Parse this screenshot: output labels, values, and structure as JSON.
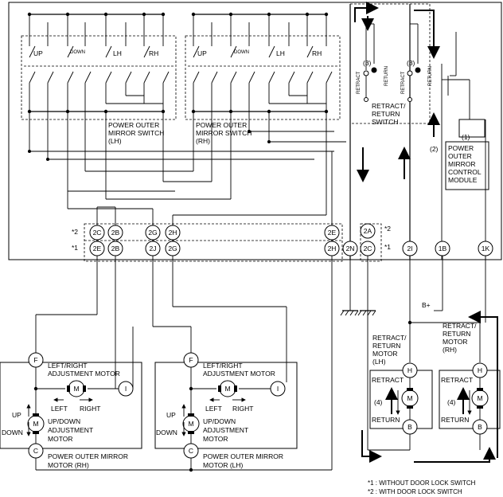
{
  "switch_lh": {
    "labels": [
      "UP",
      "DOWN",
      "LH",
      "RH"
    ],
    "title": [
      "POWER OUTER",
      "MIRROR SWITCH",
      "(LH)"
    ]
  },
  "switch_rh": {
    "labels": [
      "UP",
      "DOWN",
      "LH",
      "RH"
    ],
    "title": [
      "POWER OUTER",
      "MIRROR SWITCH",
      "(RH)"
    ]
  },
  "retract_switch": {
    "retract": "RETRACT",
    "return": "RETURN",
    "marker": "(3)",
    "title": [
      "RETRACT/",
      "RETURN",
      "SWITCH"
    ]
  },
  "control_module": {
    "title": [
      "POWER",
      "OUTER",
      "MIRROR",
      "CONTROL",
      "MODULE"
    ],
    "marker1": "(1)",
    "marker2": "(2)"
  },
  "connector_row_2": {
    "tag": "*2",
    "pins": [
      "2C",
      "2B",
      "2G",
      "2H",
      "2E",
      "2A"
    ],
    "tag_right": "*2"
  },
  "connector_row_1": {
    "tag": "*1",
    "pins": [
      "2E",
      "2B",
      "2J",
      "2G",
      "2H",
      "2N",
      "2C",
      "2I",
      "1B",
      "1K"
    ],
    "tag_right": "*1"
  },
  "battery": "B+",
  "motor_rh": {
    "pin_f": "F",
    "pin_i": "I",
    "pin_c": "C",
    "m": "M",
    "lr_label": [
      "LEFT/RIGHT",
      "ADJUSTMENT MOTOR"
    ],
    "left": "LEFT",
    "right": "RIGHT",
    "up": "UP",
    "down": "DOWN",
    "ud_label": [
      "UP/DOWN",
      "ADJUSTMENT",
      "MOTOR"
    ],
    "title": [
      "POWER OUTER MIRROR",
      "MOTOR (RH)"
    ]
  },
  "motor_lh": {
    "pin_f": "F",
    "pin_i": "I",
    "pin_c": "C",
    "m": "M",
    "lr_label": [
      "LEFT/RIGHT",
      "ADJUSTMENT MOTOR"
    ],
    "left": "LEFT",
    "right": "RIGHT",
    "up": "UP",
    "down": "DOWN",
    "ud_label": [
      "UP/DOWN",
      "ADJUSTMENT",
      "MOTOR"
    ],
    "title": [
      "POWER OUTER MIRROR",
      "MOTOR (LH)"
    ]
  },
  "retract_motor_lh": {
    "title": [
      "RETRACT/",
      "RETURN",
      "MOTOR",
      "(LH)"
    ],
    "pin_h": "H",
    "pin_b": "B",
    "m": "M",
    "retract": "RETRACT",
    "return": "RETURN",
    "marker": "(4)"
  },
  "retract_motor_rh": {
    "title": [
      "RETRACT/",
      "RETURN",
      "MOTOR",
      "(RH)"
    ],
    "pin_h": "H",
    "pin_b": "B",
    "m": "M",
    "retract": "RETRACT",
    "return": "RETURN",
    "marker": "(4)"
  },
  "footnotes": [
    "*1 : WITHOUT DOOR LOCK SWITCH",
    "*2 : WITH DOOR LOCK SWITCH"
  ]
}
